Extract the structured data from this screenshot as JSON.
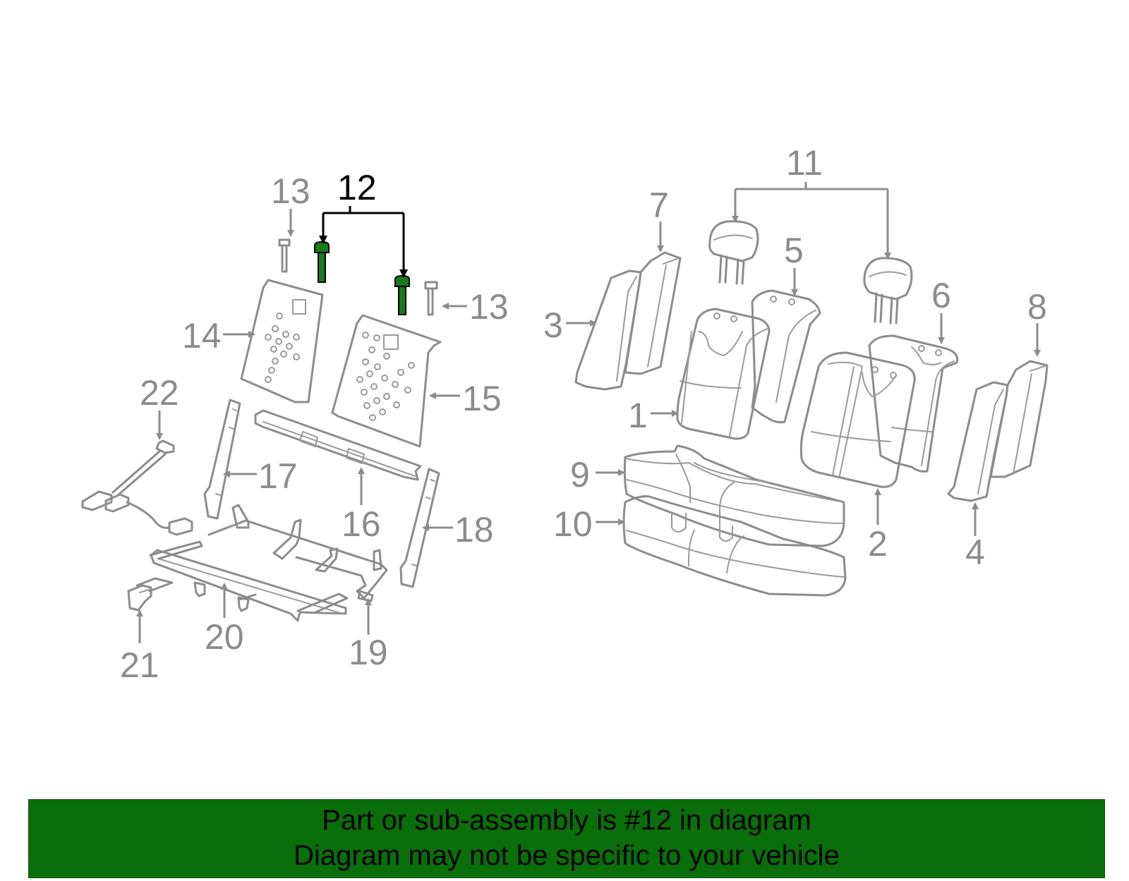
{
  "colors": {
    "highlight": "#1b7a1b",
    "outline": "#8c8c8c",
    "banner": "#0a6e0a"
  },
  "callouts": {
    "c1": "1",
    "c2": "2",
    "c3": "3",
    "c4": "4",
    "c5": "5",
    "c6": "6",
    "c7": "7",
    "c8": "8",
    "c9": "9",
    "c10": "10",
    "c11": "11",
    "c12": "12",
    "c13a": "13",
    "c13b": "13",
    "c14": "14",
    "c15": "15",
    "c16": "16",
    "c17": "17",
    "c18": "18",
    "c19": "19",
    "c20": "20",
    "c21": "21",
    "c22": "22"
  },
  "banner": {
    "line1": "Part or sub-assembly is #12 in diagram",
    "line2": "Diagram may not be specific to your vehicle"
  }
}
